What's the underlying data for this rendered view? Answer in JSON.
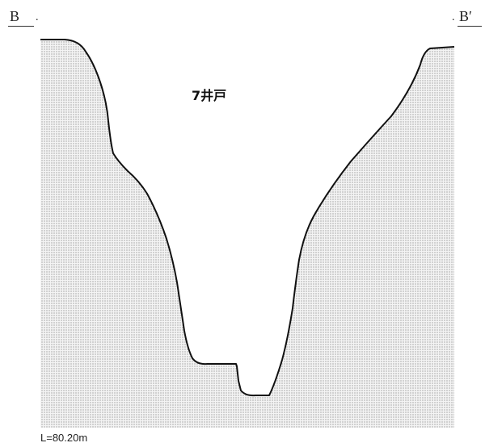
{
  "section": {
    "label_start": "B",
    "label_end": "B′",
    "well_name": "7井戸",
    "length_label": "L=80.20m"
  },
  "colors": {
    "soil_fill_base": "#f4f4f4",
    "soil_dot": "#7a7a7a",
    "outline": "#111111"
  }
}
